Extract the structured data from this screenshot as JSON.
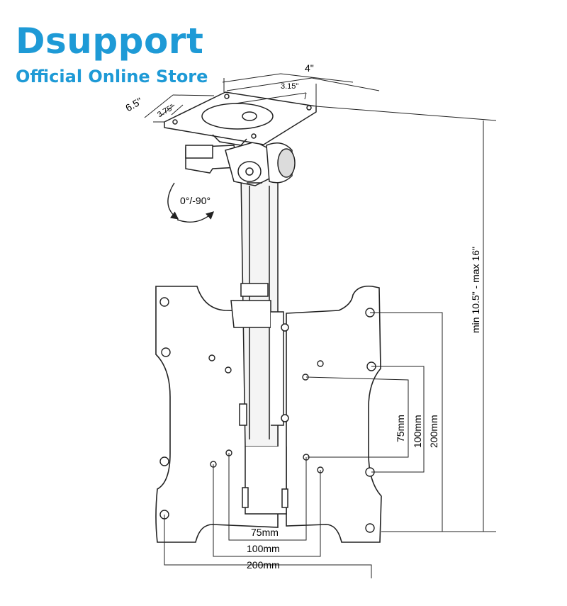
{
  "brand": {
    "name": "Dsupport",
    "tagline": "Official Online Store",
    "color": "#1e9ad6"
  },
  "dimensions": {
    "top_plate_width": "4\"",
    "top_plate_hole_width": "3.15\"",
    "top_plate_depth": "6.5\"",
    "top_plate_hole_depth": "3.75\"",
    "tilt_range": "0°/-90°",
    "height_range": "min 10.5\" - max 16\"",
    "vesa_v_small": "75mm",
    "vesa_v_mid": "100mm",
    "vesa_v_large": "200mm",
    "vesa_h_small": "75mm",
    "vesa_h_mid": "100mm",
    "vesa_h_large": "200mm"
  },
  "colors": {
    "line": "#222222",
    "fill": "#ffffff",
    "pole": "#f2f2f2"
  }
}
